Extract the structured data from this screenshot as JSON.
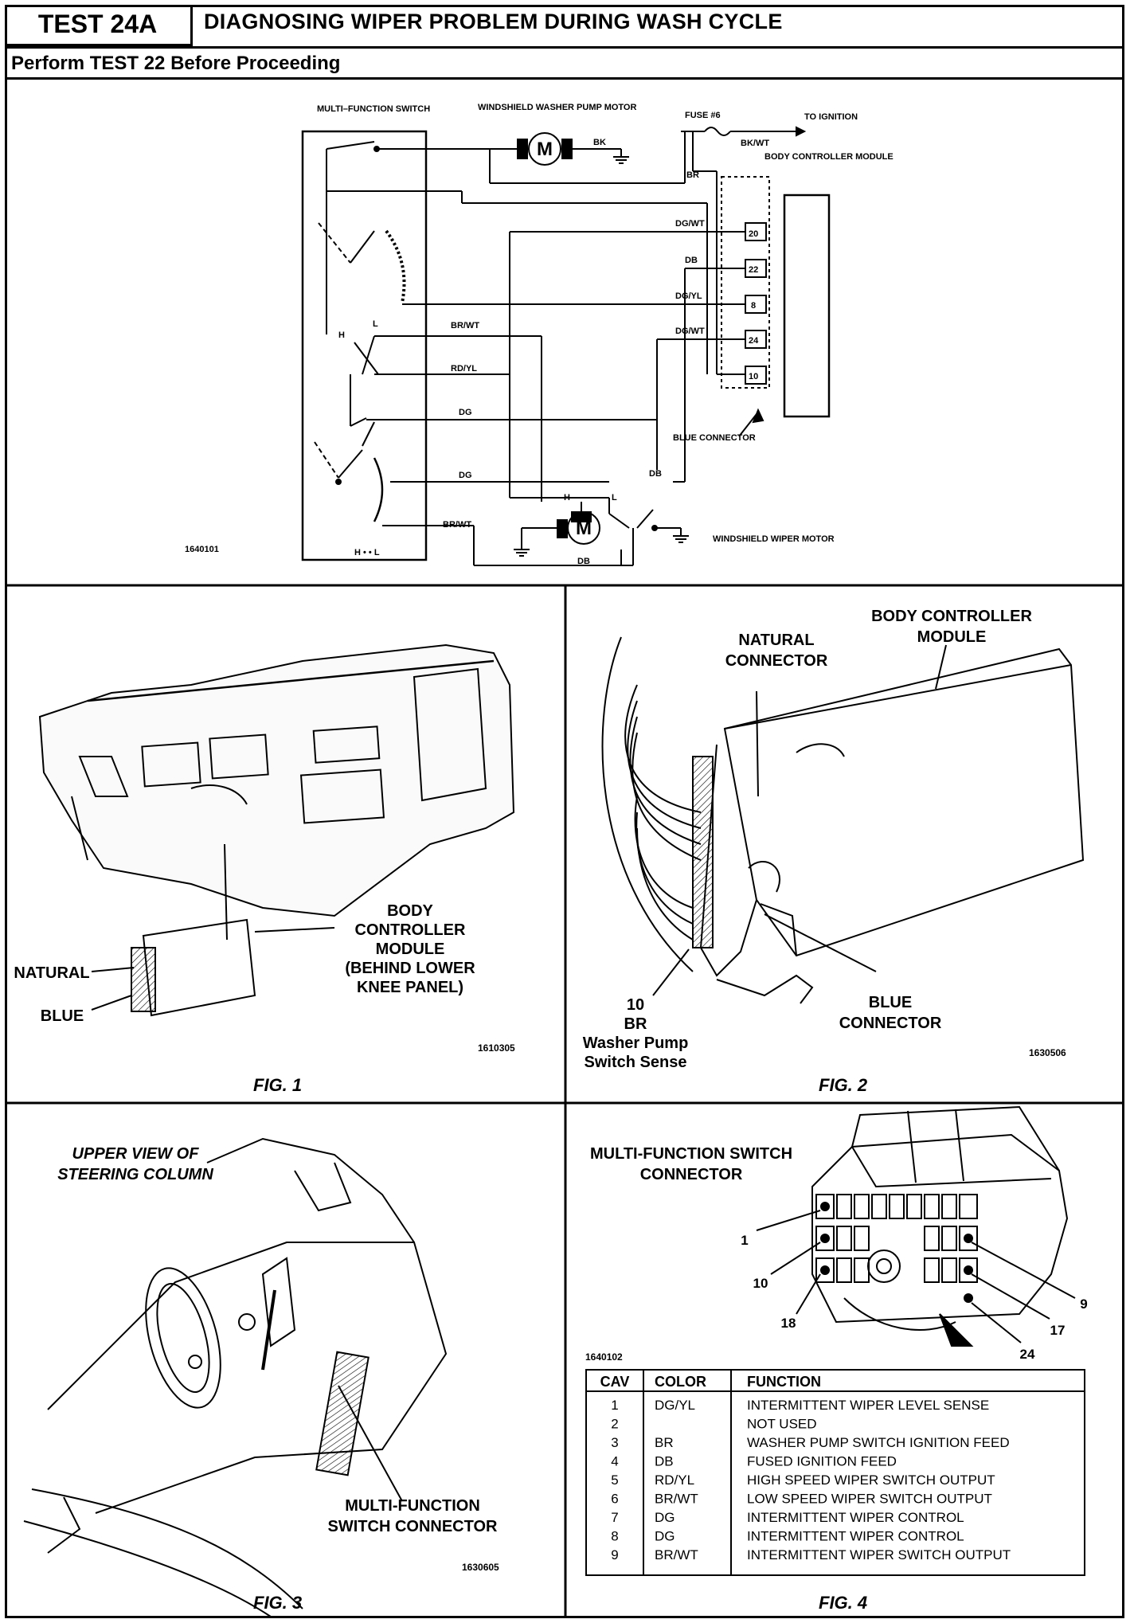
{
  "header": {
    "test_number": "TEST 24A",
    "title": "DIAGNOSING WIPER PROBLEM DURING WASH CYCLE",
    "subtitle": "Perform TEST 22 Before Proceeding"
  },
  "schematic": {
    "id": "1640101",
    "mf_switch": "MULTI–FUNCTION SWITCH",
    "washer_pump": "WINDSHIELD WASHER PUMP MOTOR",
    "fuse": "FUSE #6",
    "to_ignition": "TO IGNITION",
    "body_controller": "BODY CONTROLLER MODULE",
    "blue_connector": "BLUE CONNECTOR",
    "wiper_motor": "WINDSHIELD WIPER MOTOR",
    "motor_symbol": "M",
    "wires": {
      "bk": "BK",
      "bk_wt": "BK/WT",
      "br": "BR",
      "dg_wt": "DG/WT",
      "db": "DB",
      "dg_yl": "DG/YL",
      "br_wt": "BR/WT",
      "rd_yl": "RD/YL",
      "dg": "DG"
    },
    "pins": [
      "20",
      "22",
      "8",
      "24",
      "10"
    ],
    "switch_marks": {
      "h": "H",
      "l": "L",
      "bottom": "H •  • L"
    }
  },
  "fig1": {
    "caption": "FIG. 1",
    "id": "1610305",
    "bcm_label": [
      "BODY",
      "CONTROLLER",
      "MODULE",
      "(BEHIND LOWER",
      "KNEE PANEL)"
    ],
    "natural": "NATURAL",
    "blue": "BLUE"
  },
  "fig2": {
    "caption": "FIG. 2",
    "id": "1630506",
    "bcm_label": [
      "BODY CONTROLLER",
      "MODULE"
    ],
    "natural_label": [
      "NATURAL",
      "CONNECTOR"
    ],
    "blue_label": [
      "BLUE",
      "CONNECTOR"
    ],
    "pin_label": [
      "10",
      "BR",
      "Washer Pump",
      "Switch Sense"
    ]
  },
  "fig3": {
    "caption": "FIG. 3",
    "id": "1630605",
    "view_label": [
      "UPPER VIEW OF",
      "STEERING COLUMN"
    ],
    "connector_label": [
      "MULTI-FUNCTION",
      "SWITCH CONNECTOR"
    ]
  },
  "fig4": {
    "caption": "FIG. 4",
    "id": "1640102",
    "title": [
      "MULTI-FUNCTION SWITCH",
      "CONNECTOR"
    ],
    "cavity_callouts": [
      "1",
      "10",
      "18",
      "9",
      "17",
      "24"
    ],
    "table": {
      "headers": [
        "CAV",
        "COLOR",
        "FUNCTION"
      ],
      "rows": [
        [
          "1",
          "DG/YL",
          "INTERMITTENT WIPER LEVEL SENSE"
        ],
        [
          "2",
          "",
          "NOT USED"
        ],
        [
          "3",
          "BR",
          "WASHER PUMP SWITCH IGNITION FEED"
        ],
        [
          "4",
          "DB",
          "FUSED IGNITION FEED"
        ],
        [
          "5",
          "RD/YL",
          "HIGH SPEED WIPER SWITCH OUTPUT"
        ],
        [
          "6",
          "BR/WT",
          "LOW SPEED WIPER SWITCH OUTPUT"
        ],
        [
          "7",
          "DG",
          "INTERMITTENT WIPER CONTROL"
        ],
        [
          "8",
          "DG",
          "INTERMITTENT WIPER CONTROL"
        ],
        [
          "9",
          "BR/WT",
          "INTERMITTENT WIPER SWITCH OUTPUT"
        ]
      ]
    }
  }
}
